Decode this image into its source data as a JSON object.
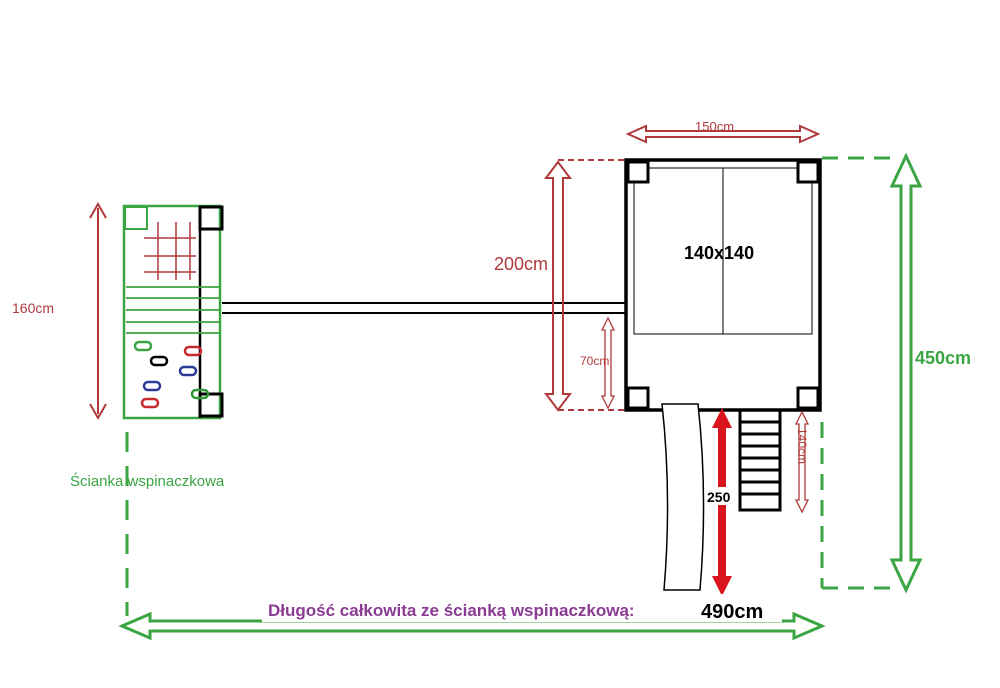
{
  "labels": {
    "wall_height": "160cm",
    "wall_caption": "Ścianka wspinaczkowa",
    "tower_width": "150cm",
    "platform_size": "140x140",
    "tower_height": "200cm",
    "deck_height": "70cm",
    "ladder_height": "140cm",
    "slide_length": "250",
    "total_depth": "450cm",
    "total_length_caption": "Długość całkowita ze ścianką wspinaczkową:",
    "total_length_value": "490cm"
  },
  "colors": {
    "outline": "#000000",
    "dimension_red": "#b0393b",
    "bright_red": "#d9141c",
    "green": "#3aa542",
    "purple": "#8a3b92",
    "hold_blue": "#2e3a9a",
    "hold_red": "#c8282e",
    "hold_green": "#2f9a3a"
  }
}
